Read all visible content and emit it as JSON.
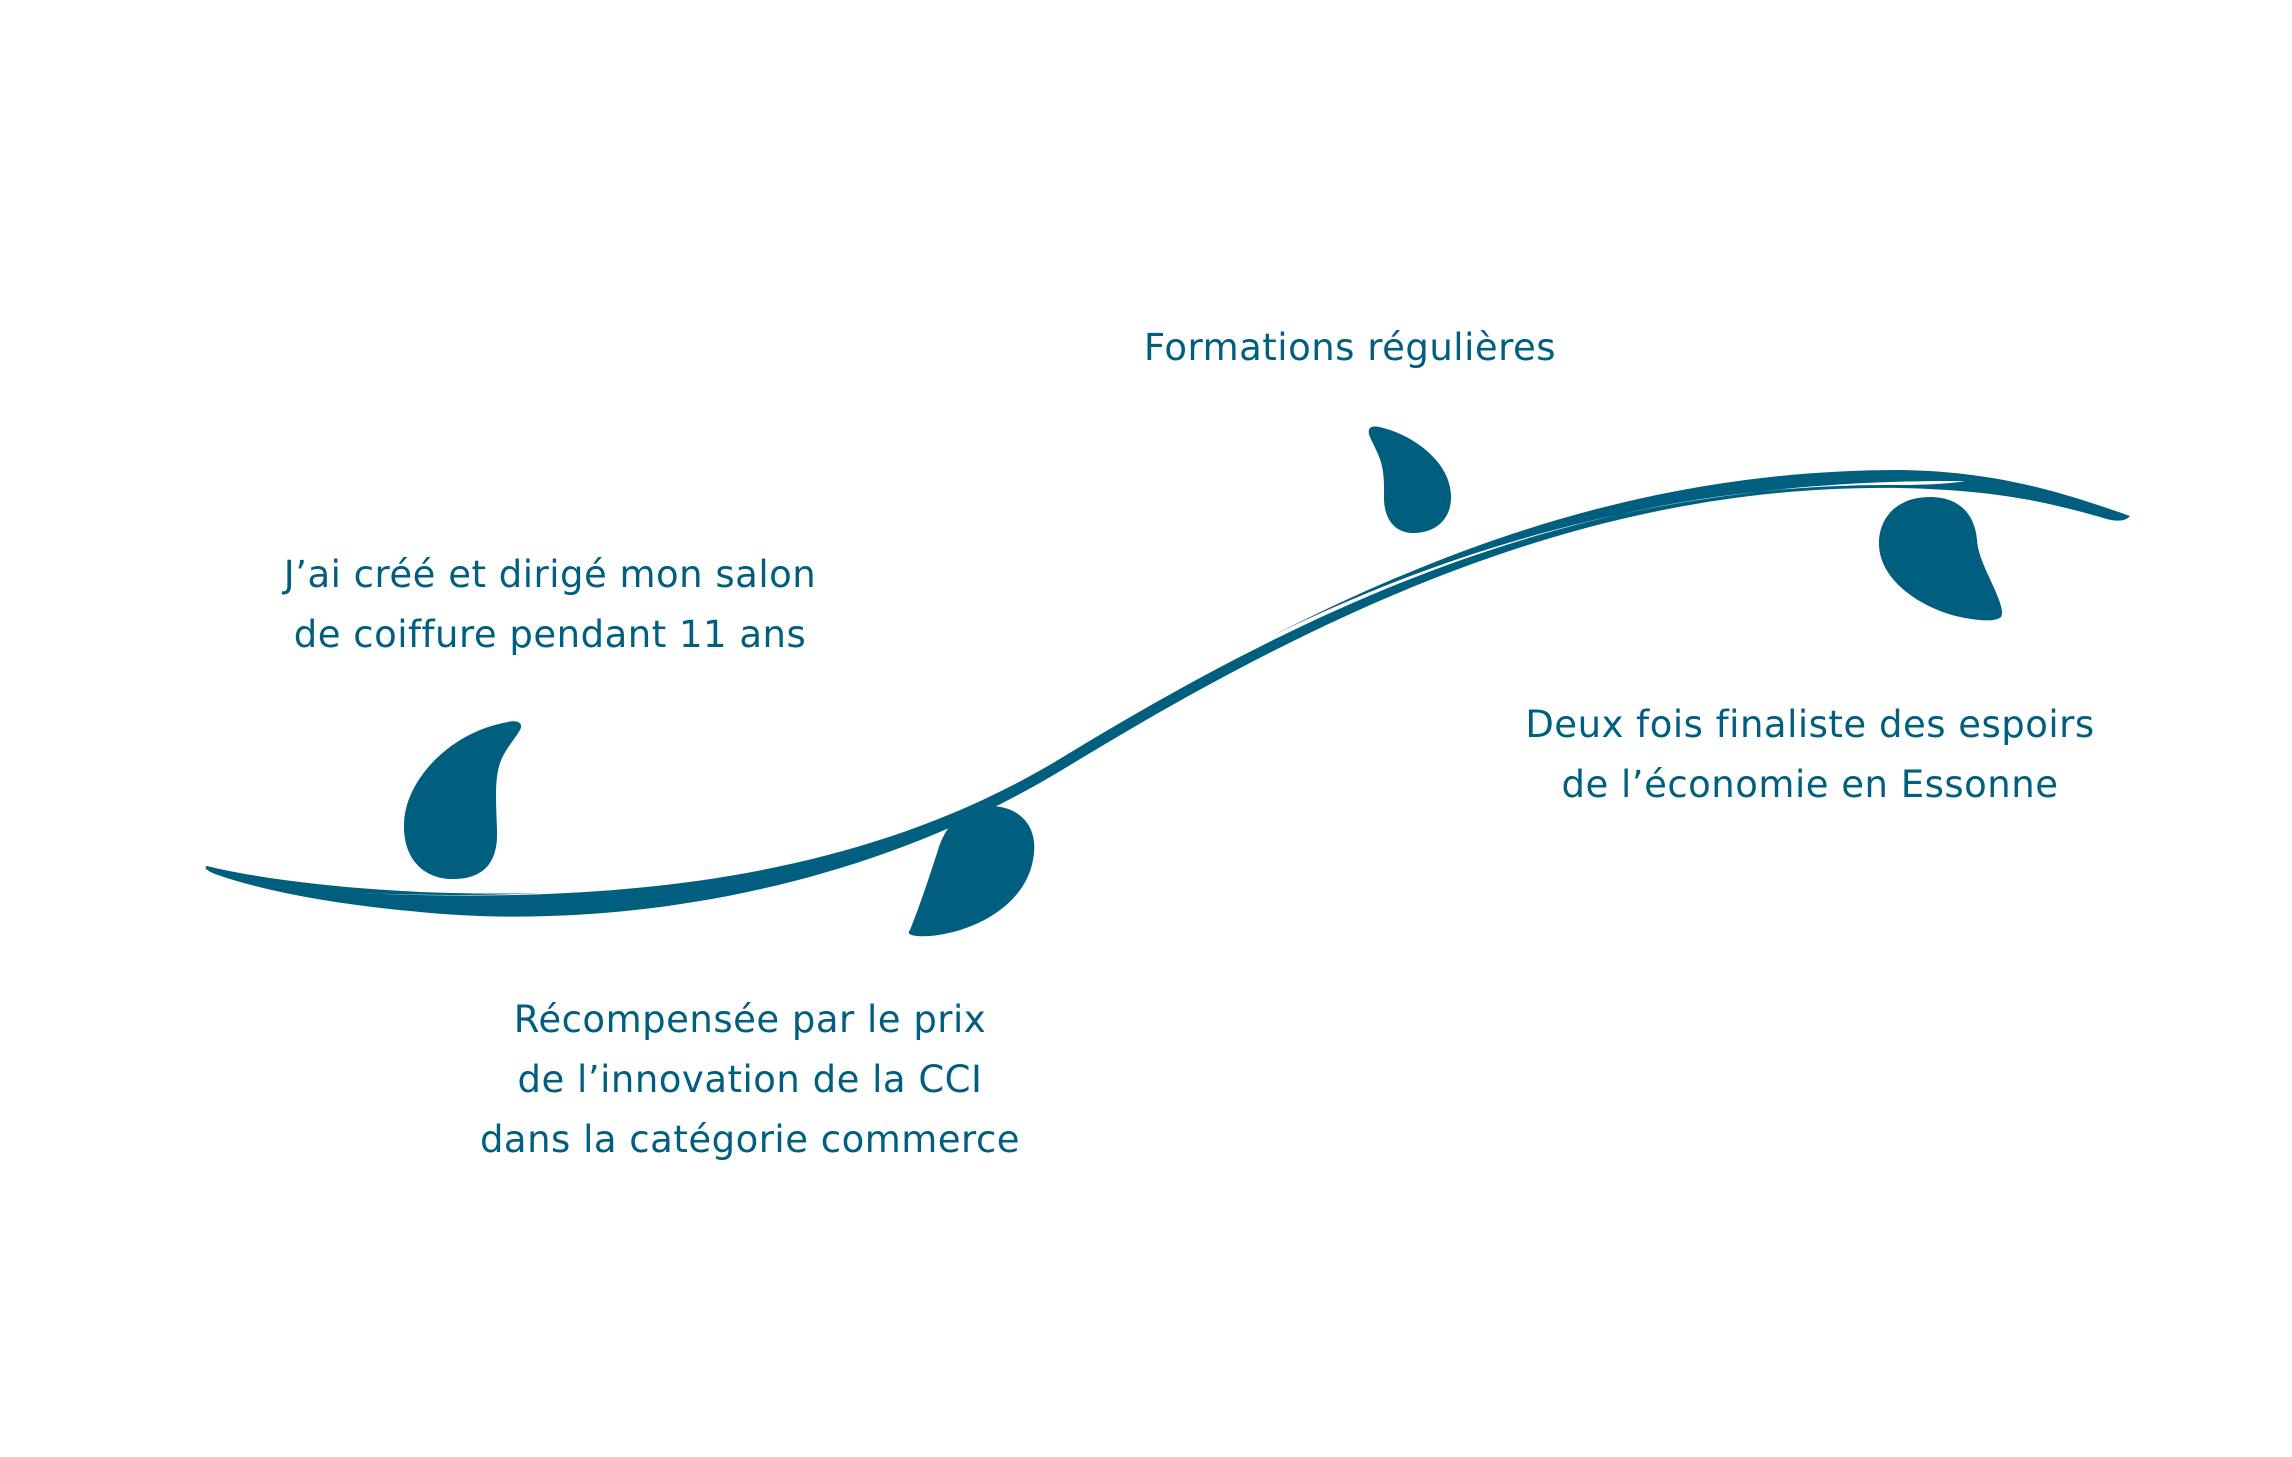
{
  "colors": {
    "accent": "#005f7e",
    "background": "#ffffff"
  },
  "timeline": {
    "milestones": [
      {
        "id": "salon",
        "lines": [
          "J’ai créé et dirigé mon salon",
          "de coiffure pendant 11 ans"
        ],
        "position": "above-curve-left"
      },
      {
        "id": "cci",
        "lines": [
          "Récompensée par le prix",
          "de l’innovation de la CCI",
          "dans la catégorie commerce"
        ],
        "position": "below-curve-center-left"
      },
      {
        "id": "formations",
        "lines": [
          "Formations régulières"
        ],
        "position": "above-curve-center-right"
      },
      {
        "id": "espoirs",
        "lines": [
          "Deux fois finaliste des espoirs",
          "de l’économie en Essonne"
        ],
        "position": "below-curve-right"
      }
    ],
    "markers": [
      "drop-marker",
      "drop-marker",
      "drop-marker",
      "drop-marker"
    ]
  }
}
